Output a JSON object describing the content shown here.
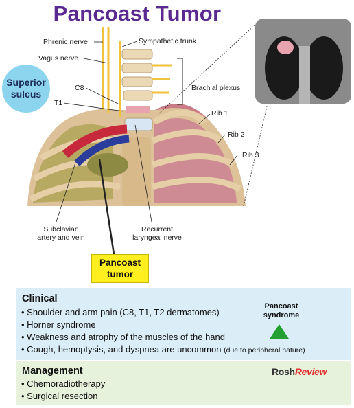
{
  "title": "Pancoast Tumor",
  "labels": {
    "phrenic_nerve": "Phrenic nerve",
    "vagus_nerve": "Vagus nerve",
    "sympathetic_trunk": "Sympathetic trunk",
    "c8": "C8",
    "t1": "T1",
    "brachial_plexus": "Brachial plexus",
    "rib1": "Rib 1",
    "rib2": "Rib 2",
    "rib3": "Rib 3",
    "subclavian_1": "Subclavian",
    "subclavian_2": "artery and vein",
    "recurrent_1": "Recurrent",
    "recurrent_2": "laryngeal nerve"
  },
  "superior_sulcus": [
    "Superior",
    "sulcus"
  ],
  "pancoast_box": [
    "Pancoast",
    "tumor"
  ],
  "clinical": {
    "title": "Clinical",
    "bullets": [
      "• Shoulder and arm pain (C8, T1, T2 dermatomes)",
      "• Horner syndrome",
      "• Weakness and atrophy of the muscles of the hand",
      "• Cough, hemoptysis, and dyspnea are uncommon"
    ],
    "bullet4_note": "(due to peripheral nature)",
    "syndrome_label": [
      "Pancoast",
      "syndrome"
    ],
    "syndrome_color": "#22a032"
  },
  "management": {
    "title": "Management",
    "bullets": [
      "• Chemoradiotherapy",
      "• Surgical resection"
    ]
  },
  "brand": {
    "part1": "Rosh",
    "part2": "Review"
  },
  "colors": {
    "title": "#5b2a90",
    "clinical_bg": "#dbeef8",
    "management_bg": "#e7f2dc",
    "highlight": "#ffef1e",
    "circle": "#8dd4ef"
  }
}
